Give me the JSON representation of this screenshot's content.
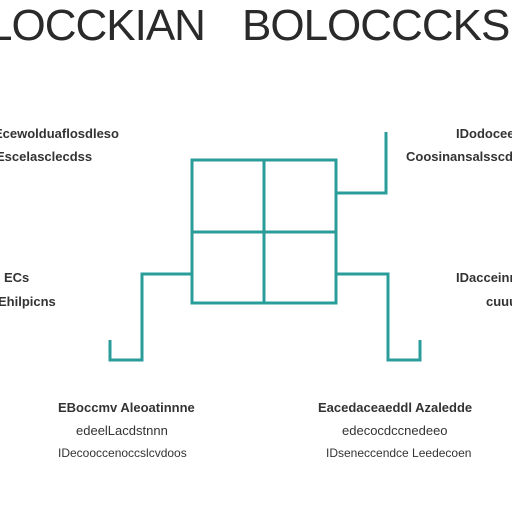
{
  "title": {
    "left": "LOCCKIAN",
    "right": "BOLOCCCKS"
  },
  "labels": {
    "top_left": [
      "Ecewolduaflosdleso",
      "Escelasclecdss"
    ],
    "top_right": [
      "IDodocee",
      "Coosinansalsscdlee"
    ],
    "mid_left": [
      "ECs",
      "Ehilpicns"
    ],
    "mid_right": [
      "IDacceinn",
      "cuuu"
    ],
    "bottom_left": [
      "EBoccmv Aleoatinnne",
      "edeelLacdstnnn",
      "IDecooccenoccslcvdoos"
    ],
    "bottom_right": [
      "Eacedaceaeddl Azaledde",
      "edecocdccnedeeo",
      "IDseneccendce Leedecoen"
    ]
  },
  "colors": {
    "accent": "#2a9d9b",
    "text": "#333333",
    "background": "#ffffff"
  }
}
